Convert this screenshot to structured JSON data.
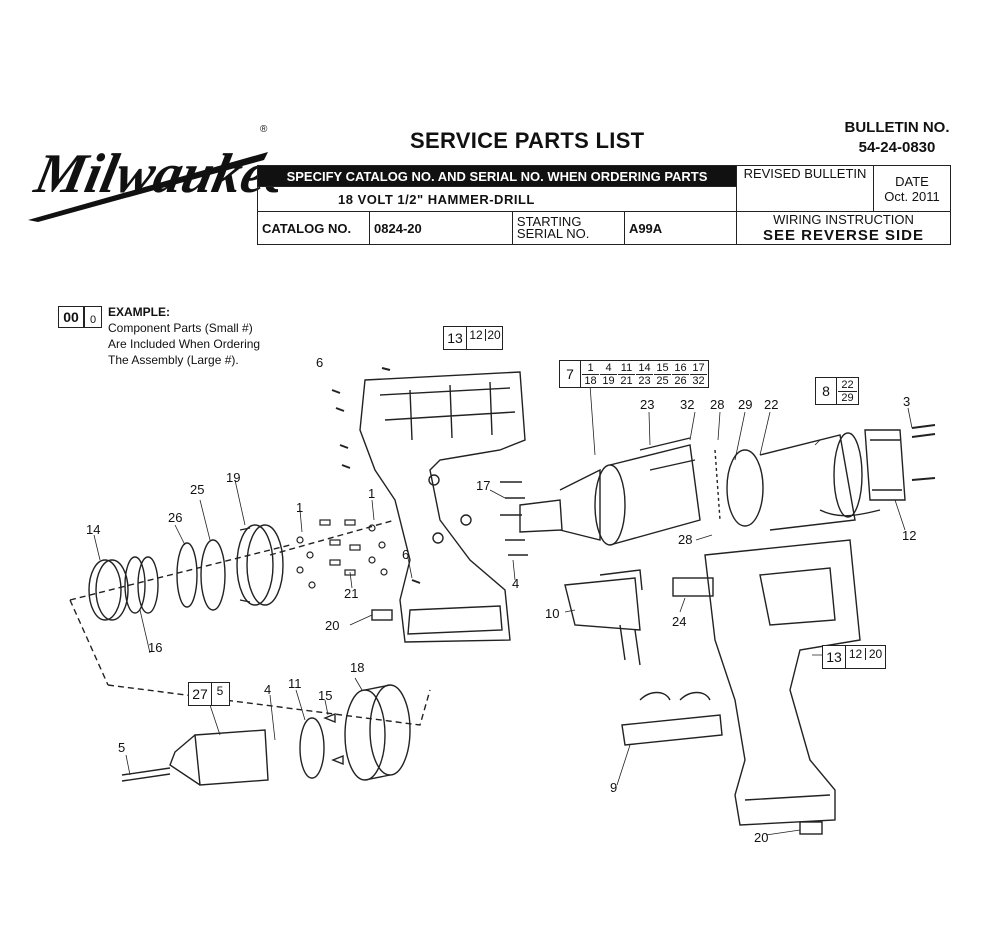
{
  "logo": {
    "brand": "Milwaukee"
  },
  "header": {
    "title": "SERVICE PARTS LIST",
    "bulletin_label": "BULLETIN NO.",
    "bulletin_no": "54-24-0830",
    "banner": "SPECIFY CATALOG NO. AND SERIAL NO. WHEN ORDERING PARTS",
    "product": "18 VOLT 1/2\" HAMMER-DRILL",
    "revised_label": "REVISED BULLETIN",
    "date_label": "DATE",
    "date_value": "Oct. 2011",
    "catalog_label": "CATALOG NO.",
    "catalog_value": "0824-20",
    "starting_label": "STARTING",
    "serial_label": "SERIAL NO.",
    "serial_value": "A99A",
    "wiring_label": "WIRING INSTRUCTION",
    "wiring_value": "SEE  REVERSE  SIDE"
  },
  "example": {
    "big": "00",
    "small": "0",
    "heading": "EXAMPLE:",
    "line1": "Component Parts (Small #)",
    "line2": "Are Included When Ordering",
    "line3": "The Assembly (Large #)."
  },
  "callouts": [
    "6",
    "6",
    "1",
    "1",
    "17",
    "4",
    "21",
    "20",
    "25",
    "19",
    "26",
    "14",
    "16",
    "23",
    "32",
    "28",
    "29",
    "22",
    "3",
    "12",
    "28",
    "10",
    "24",
    "9",
    "20",
    "5",
    "4",
    "11",
    "15",
    "18"
  ],
  "assemblies": {
    "a13_top": {
      "big": "13",
      "small": [
        "12",
        "20"
      ]
    },
    "a7": {
      "big": "7",
      "top": [
        "1",
        "4",
        "11",
        "14",
        "15",
        "16",
        "17"
      ],
      "bottom": [
        "18",
        "19",
        "21",
        "23",
        "25",
        "26",
        "32"
      ]
    },
    "a8": {
      "big": "8",
      "small": [
        "22",
        "29"
      ]
    },
    "a13_bottom": {
      "big": "13",
      "small": [
        "12",
        "20"
      ]
    },
    "a27": {
      "big": "27",
      "small": [
        "5"
      ]
    }
  },
  "colors": {
    "ink": "#111111",
    "line": "#222222",
    "paper": "#ffffff"
  }
}
